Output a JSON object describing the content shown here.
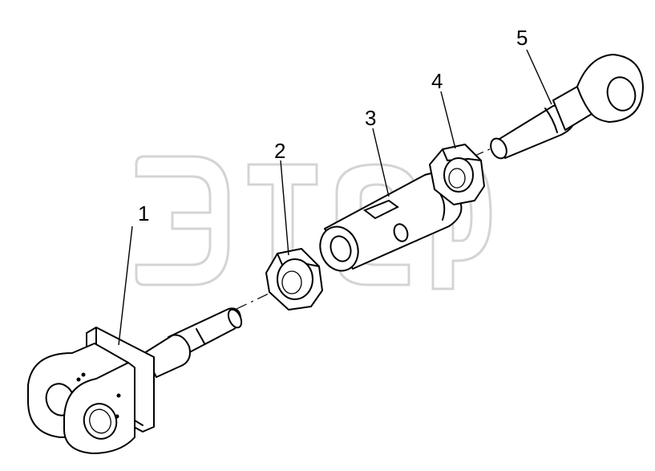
{
  "diagram": {
    "callouts": [
      {
        "id": "1",
        "label": "1"
      },
      {
        "id": "2",
        "label": "2"
      },
      {
        "id": "3",
        "label": "3"
      },
      {
        "id": "4",
        "label": "4"
      },
      {
        "id": "5",
        "label": "5"
      }
    ],
    "watermark": {
      "mark": "™"
    }
  },
  "colors": {
    "line": "#000000",
    "background": "#ffffff",
    "watermark": "#d4d4d4"
  }
}
